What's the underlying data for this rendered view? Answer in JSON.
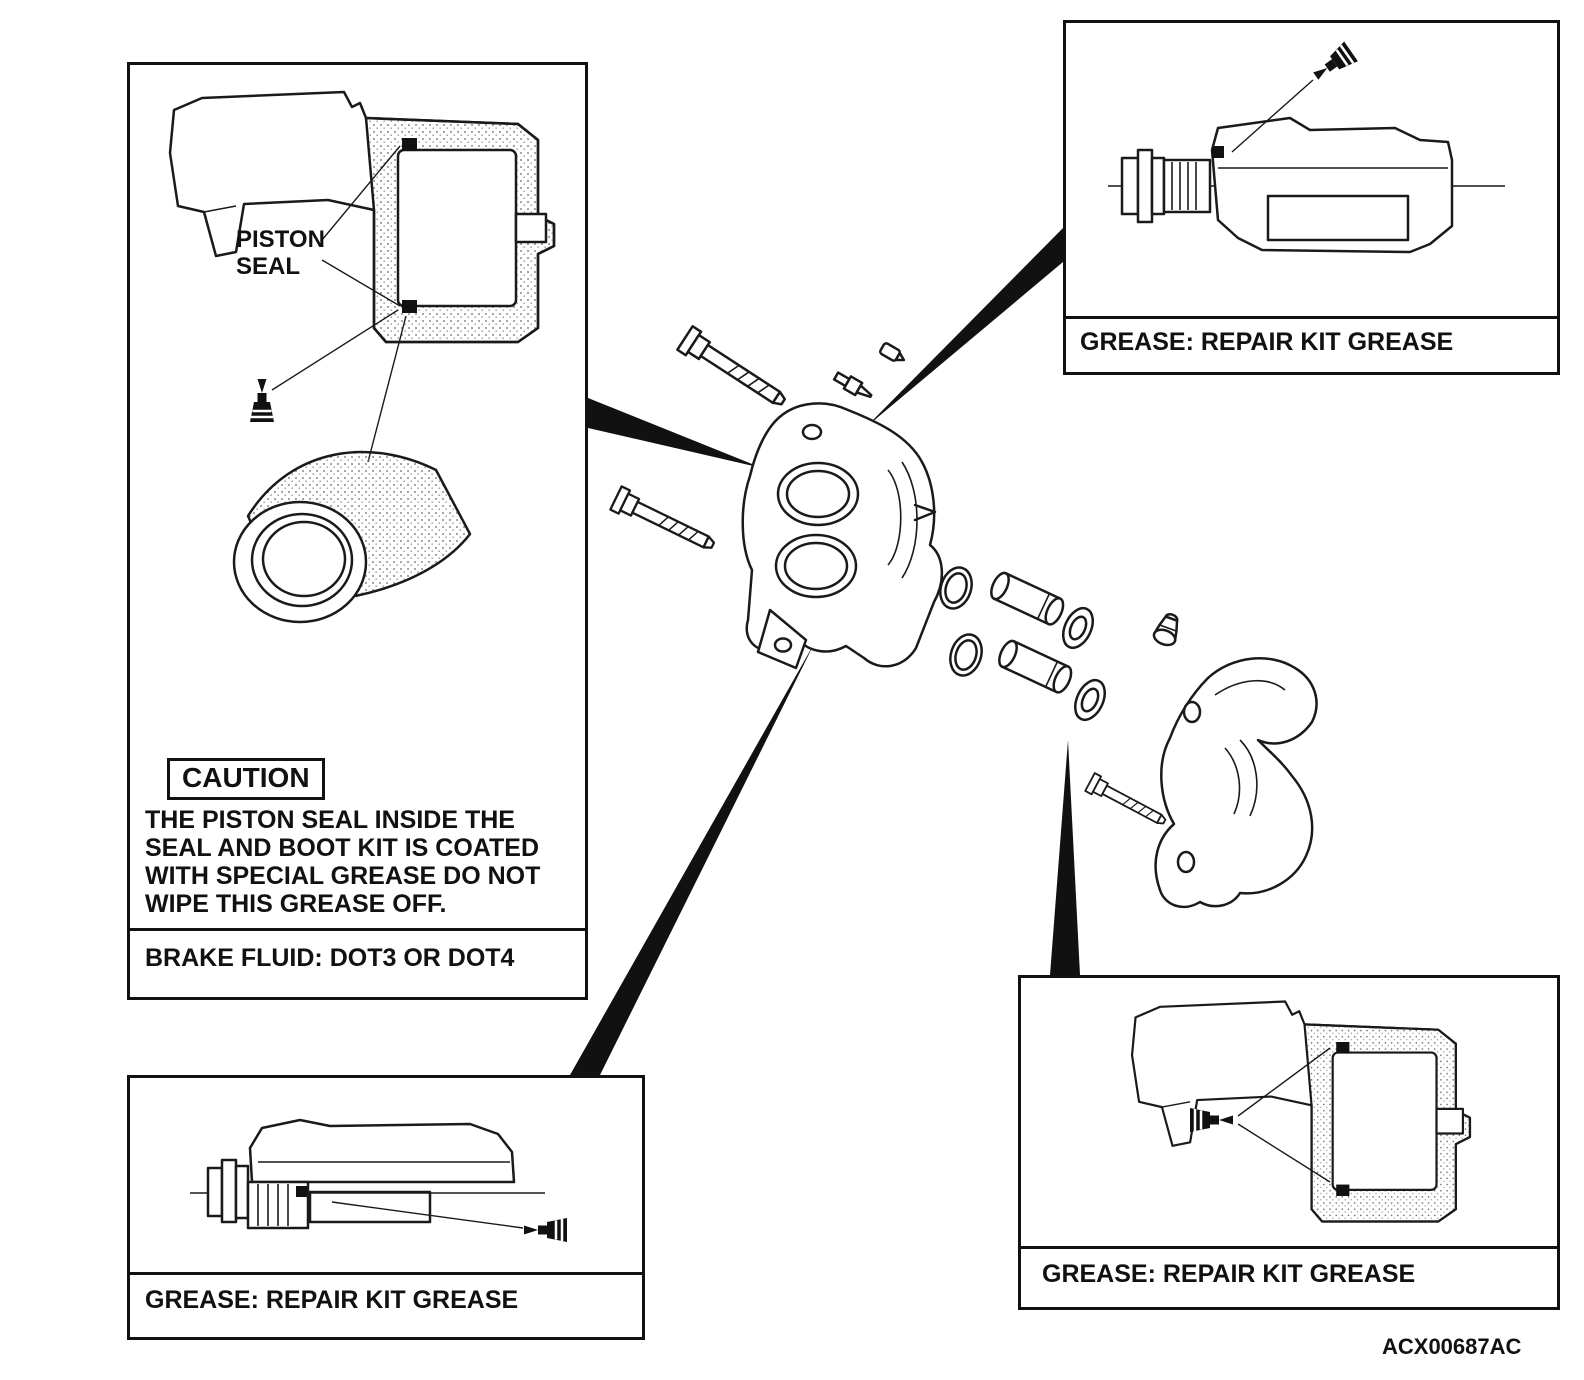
{
  "figure_code": "ACX00687AC",
  "colors": {
    "line": "#1a1a1a",
    "background": "#ffffff"
  },
  "panels": {
    "piston_seal": {
      "part_label": "PISTON SEAL",
      "caution_title": "CAUTION",
      "caution_text": "THE PISTON SEAL INSIDE THE SEAL AND BOOT KIT IS COATED WITH SPECIAL GREASE DO NOT WIPE THIS GREASE OFF.",
      "fluid_label": "BRAKE FLUID: DOT3 OR DOT4"
    },
    "grease_top_right": {
      "label": "GREASE: REPAIR KIT GREASE"
    },
    "grease_bottom_left": {
      "label": "GREASE: REPAIR KIT GREASE"
    },
    "grease_bottom_right": {
      "label": "GREASE: REPAIR KIT GREASE"
    }
  }
}
